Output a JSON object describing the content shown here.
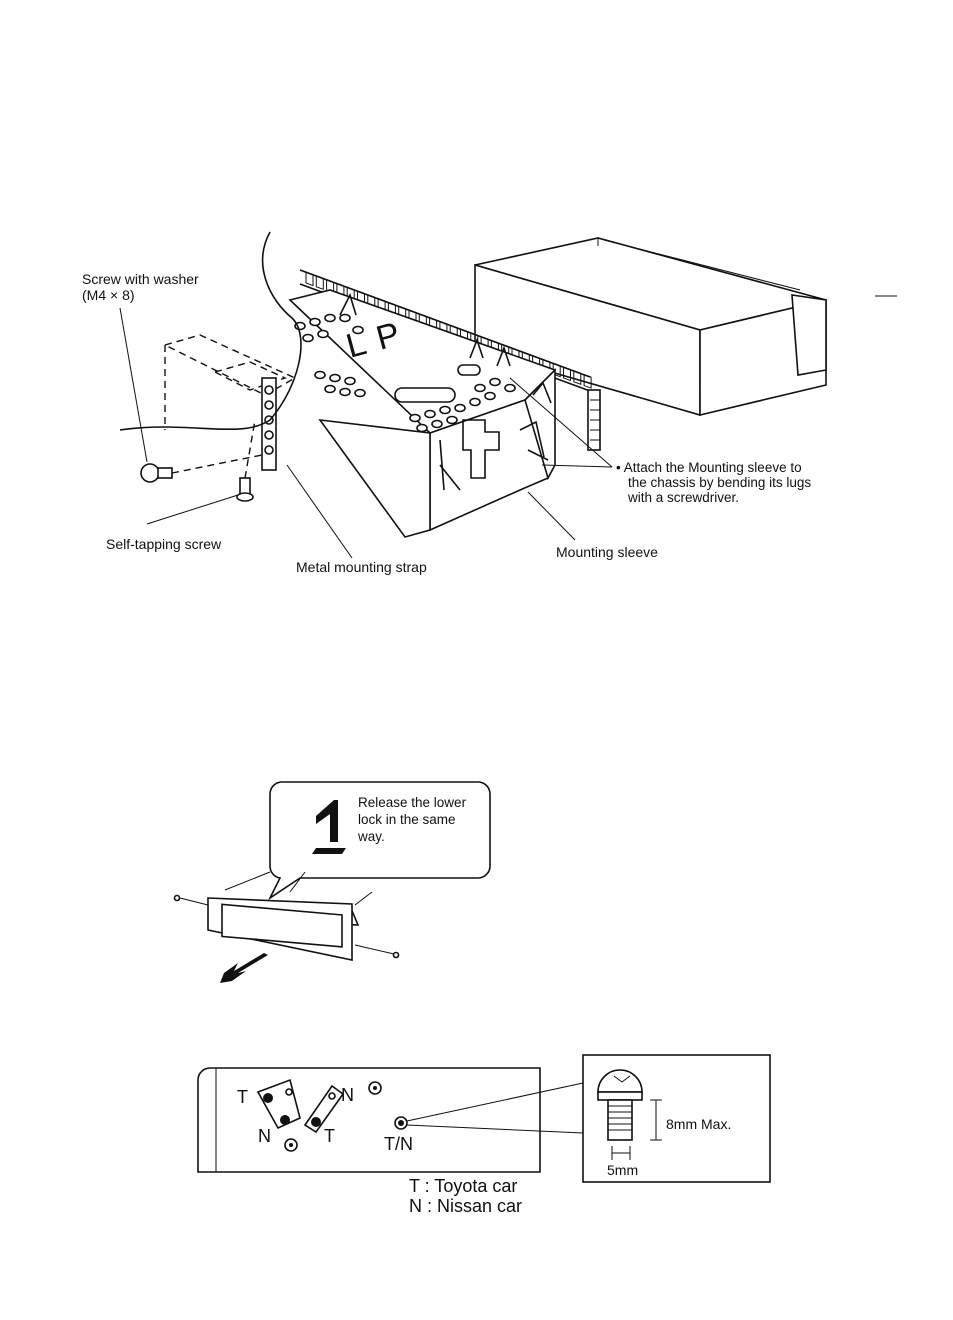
{
  "figure1": {
    "screw_with_washer": "Screw with washer",
    "screw_size": "(M4 × 8)",
    "self_tapping_screw": "Self-tapping screw",
    "metal_mounting_strap": "Metal mounting strap",
    "mounting_sleeve": "Mounting sleeve",
    "attach_note_line1": "• Attach the Mounting sleeve to",
    "attach_note_line2": "the chassis by bending its lugs",
    "attach_note_line3": "with a screwdriver."
  },
  "figure2": {
    "callout_line1": "Release the lower",
    "callout_line2": "lock in the same",
    "callout_line3": "way."
  },
  "figure3": {
    "hole_t_left": "T",
    "hole_n_left": "N",
    "hole_n_right": "N",
    "hole_t_right": "T",
    "hole_tn": "T/N",
    "screw_length": "8mm Max.",
    "screw_diameter": "5mm",
    "legend_toyota": "T : Toyota car",
    "legend_nissan": "N : Nissan car"
  }
}
